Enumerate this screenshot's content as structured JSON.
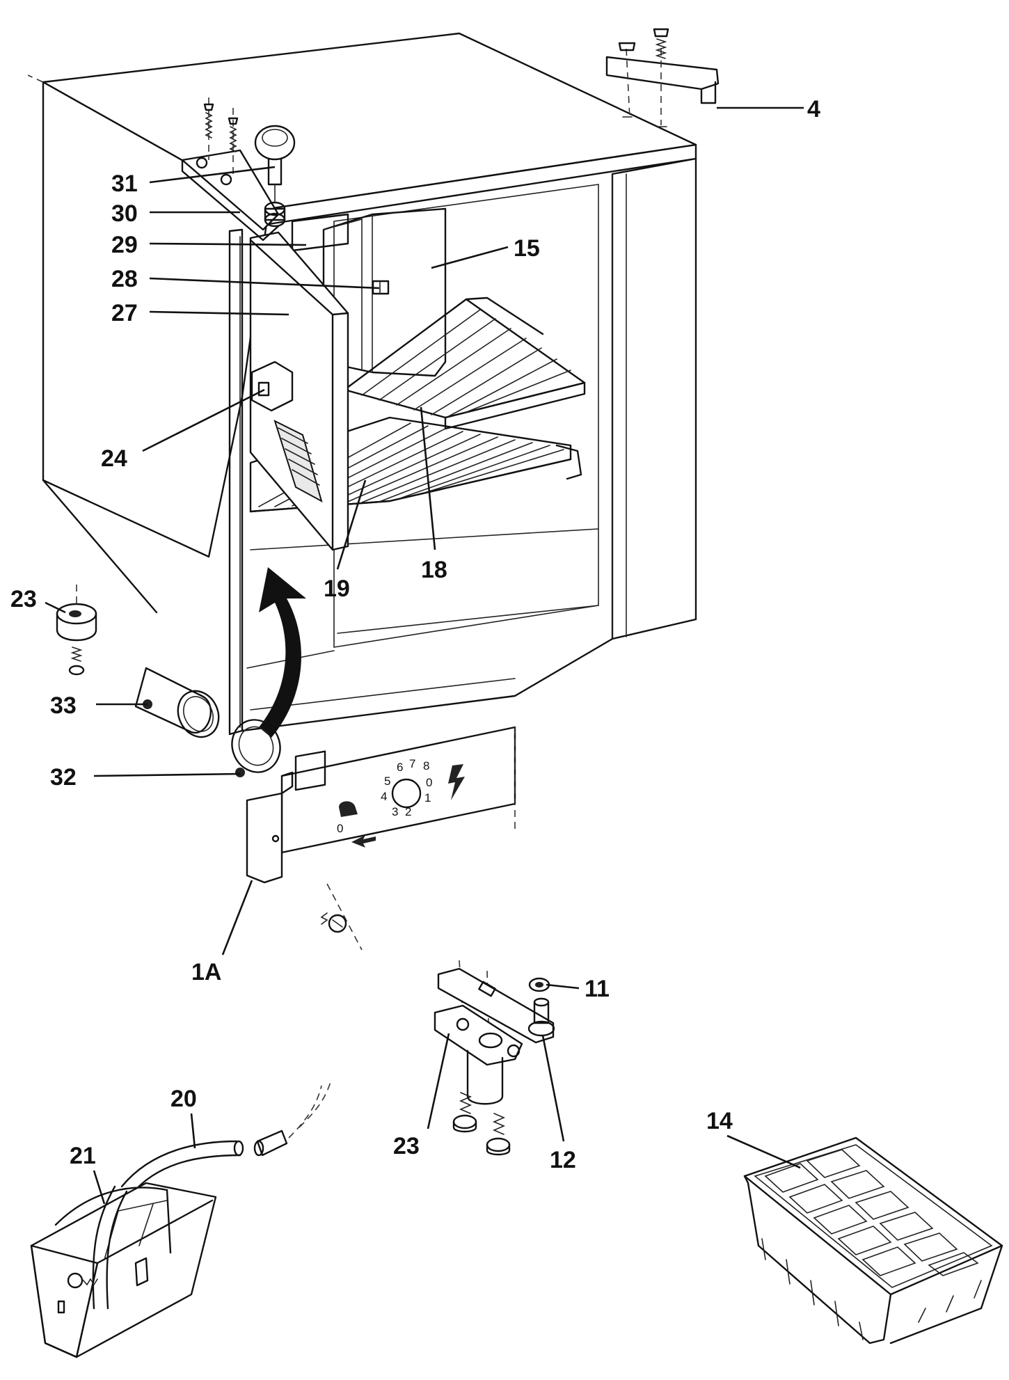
{
  "diagram": {
    "labels": {
      "p4": "4",
      "p31": "31",
      "p30": "30",
      "p29": "29",
      "p28": "28",
      "p27": "27",
      "p15": "15",
      "p24": "24",
      "p18": "18",
      "p19": "19",
      "p23a": "23",
      "p33": "33",
      "p32": "32",
      "p1a": "1A",
      "p11": "11",
      "p12": "12",
      "p23b": "23",
      "p20": "20",
      "p21": "21",
      "p14": "14"
    },
    "dial": {
      "d1": "1",
      "d2": "2",
      "d3": "3",
      "d4": "4",
      "d5": "5",
      "d6": "6",
      "d7": "7",
      "d8": "8",
      "d0": "0",
      "off": "0"
    }
  }
}
